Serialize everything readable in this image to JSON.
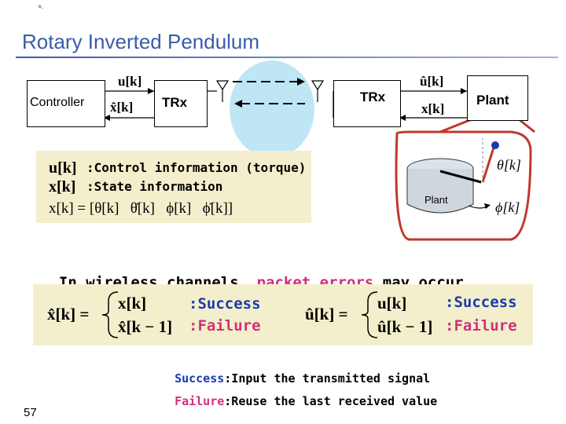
{
  "slide": {
    "title": "Rotary Inverted Pendulum",
    "page_number": "57"
  },
  "diagram": {
    "controller": "Controller",
    "trx_left": "TRx",
    "trx_right": "TRx",
    "plant": "Plant",
    "u_k": "u[k]",
    "xhat_k": "x̂[k]",
    "uhat_k": "û[k]",
    "x_k": "x[k]"
  },
  "definitions": {
    "u_sym": "u[k]",
    "u_text": ":Control information (torque)",
    "x_sym": "x[k]",
    "x_text": ":State information",
    "state_eq": "x[k] = [θ[k]   θ̇[k]   ϕ[k]   ϕ̇[k]]"
  },
  "plant_picture": {
    "label": "Plant",
    "theta": "θ[k]",
    "phi": "ϕ[k]"
  },
  "statement": {
    "before": "In wireless channels, ",
    "highlight": "packet errors",
    "after": " may occur."
  },
  "equations": {
    "left_lhs": "x̂[k] =",
    "left_case1": "x[k]",
    "left_case2": "x̂[k − 1]",
    "right_lhs": "û[k] =",
    "right_case1": "u[k]",
    "right_case2": "û[k − 1]",
    "success": ":Success",
    "failure": ":Failure"
  },
  "legend": {
    "success_word": "Success",
    "success_text": ":Input the transmitted signal",
    "failure_word": "Failure",
    "failure_text": ":Reuse the last received value"
  },
  "colors": {
    "title": "#3a5ca8",
    "highlight": "#d0307a",
    "success": "#1a3ab0",
    "panel": "#f3efcc",
    "channel": "#bfe6f5"
  }
}
